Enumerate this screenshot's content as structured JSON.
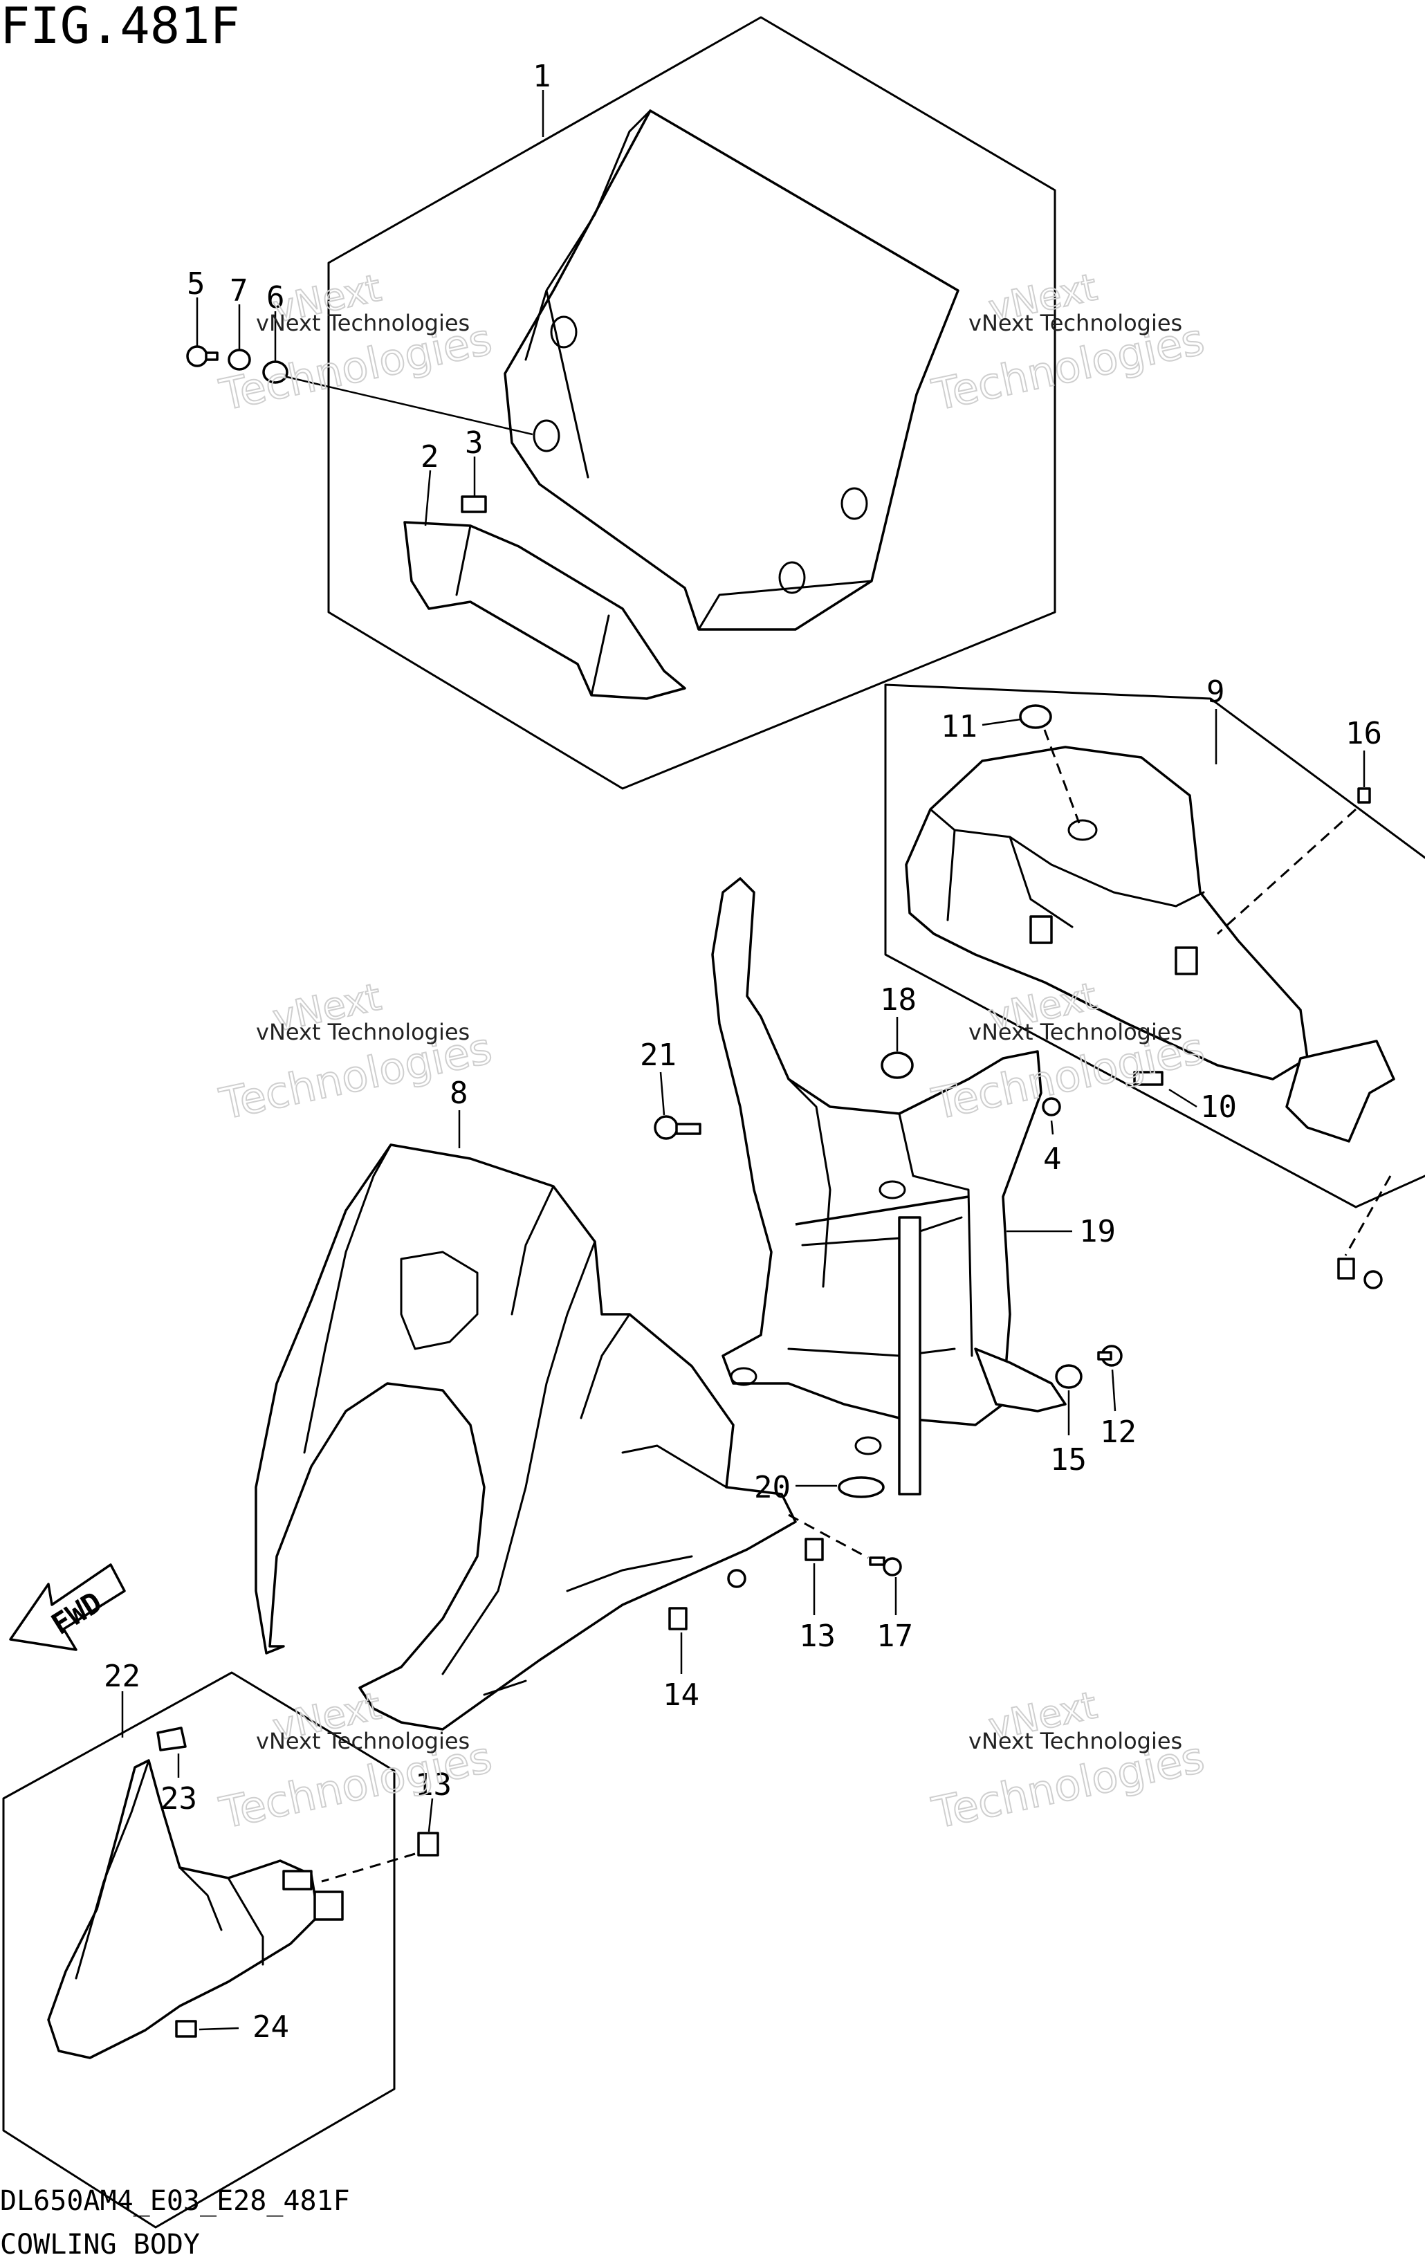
{
  "figure": {
    "title": "FIG.481F",
    "model_code": "DL650AM4_E03_E28_481F",
    "section_name": "COWLING BODY"
  },
  "direction_marker": {
    "label": "FWD",
    "icon": "forward-arrow-icon"
  },
  "watermark": {
    "line1": "vNext Technologies",
    "line2": "Technologies",
    "line3": "vNext"
  },
  "callouts": {
    "c1": "1",
    "c2": "2",
    "c3": "3",
    "c4": "4",
    "c5": "5",
    "c6": "6",
    "c7": "7",
    "c8": "8",
    "c9": "9",
    "c10": "10",
    "c11": "11",
    "c12": "12",
    "c13a": "13",
    "c13b": "13",
    "c14": "14",
    "c15": "15",
    "c16": "16",
    "c17": "17",
    "c18": "18",
    "c19": "19",
    "c20": "20",
    "c21": "21",
    "c22": "22",
    "c23": "23",
    "c24": "24"
  }
}
